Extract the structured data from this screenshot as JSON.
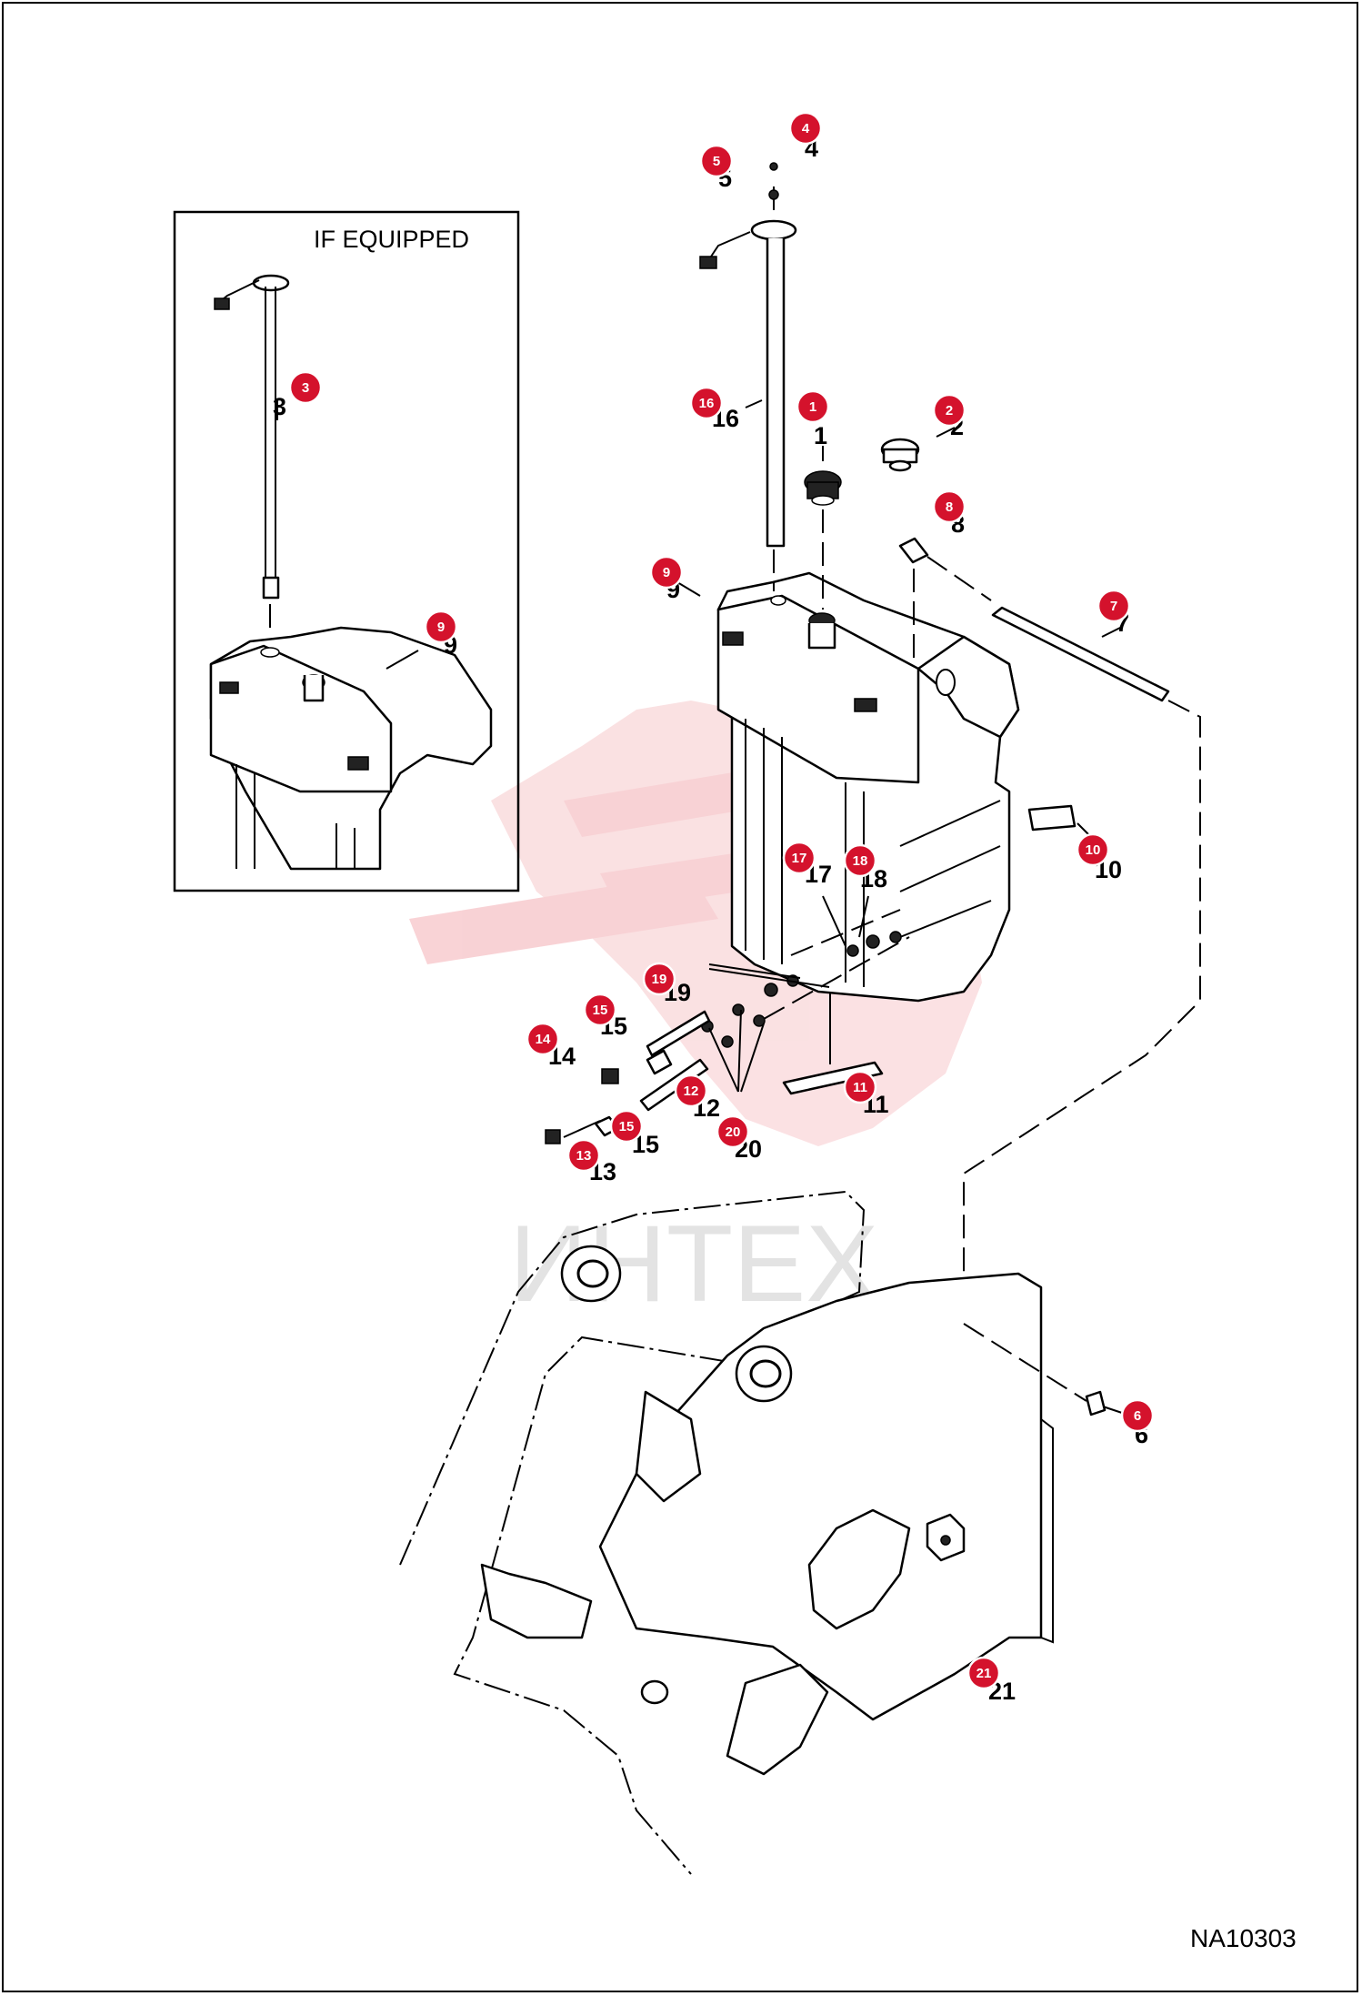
{
  "inset": {
    "label": "IF EQUIPPED"
  },
  "figure_id": "NA10303",
  "watermark": {
    "text": "ИНТЕХ",
    "color": "#f2b3b8"
  },
  "badge_color": "#d4122c",
  "callouts": [
    {
      "num": "1",
      "label": "1"
    },
    {
      "num": "2",
      "label": "2"
    },
    {
      "num": "3",
      "label": "3"
    },
    {
      "num": "4",
      "label": "4"
    },
    {
      "num": "5",
      "label": "5"
    },
    {
      "num": "6",
      "label": "6"
    },
    {
      "num": "7",
      "label": "7"
    },
    {
      "num": "8",
      "label": "8"
    },
    {
      "num": "9",
      "label": "9"
    },
    {
      "num": "9",
      "label": "9"
    },
    {
      "num": "10",
      "label": "10"
    },
    {
      "num": "11",
      "label": "11"
    },
    {
      "num": "12",
      "label": "12"
    },
    {
      "num": "13",
      "label": "13"
    },
    {
      "num": "14",
      "label": "14"
    },
    {
      "num": "15",
      "label": "15"
    },
    {
      "num": "15",
      "label": "15"
    },
    {
      "num": "16",
      "label": "16"
    },
    {
      "num": "17",
      "label": "17"
    },
    {
      "num": "18",
      "label": "18"
    },
    {
      "num": "19",
      "label": "19"
    },
    {
      "num": "20",
      "label": "20"
    },
    {
      "num": "21",
      "label": "21"
    }
  ]
}
